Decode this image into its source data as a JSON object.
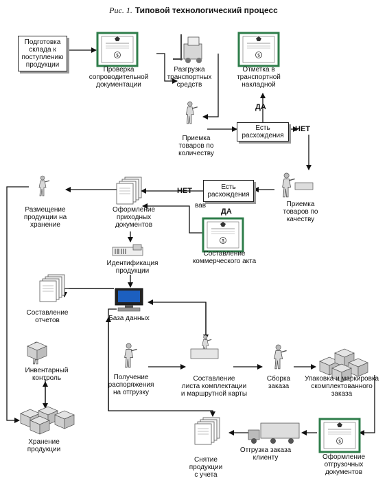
{
  "title": {
    "prefix": "Рис. 1.",
    "text": "Типовой технологический процесс"
  },
  "nodes": {
    "prep_warehouse": "Подготовка\nсклада к\nпоступлению\nпродукции",
    "check_docs": "Проверка\nсопроводительной\nдокументации",
    "unload": "Разгрузка\nтранспортных\nсредств",
    "waybill_mark": "Отметка в\nтранспортной\nнакладной",
    "accept_qty": "Приемка\nтоваров по\nколичеству",
    "discrepancy1": "Есть\nрасхождения",
    "accept_quality": "Приемка\nтоваров по\nкачеству",
    "discrepancy2": "Есть\nрасхождения",
    "commercial_act": "Составление\nкоммерческого акта",
    "incoming_docs": "Оформление\nприходных\nдокументов",
    "placement": "Размещение\nпродукции на\nхранение",
    "identification": "Идентификация\nпродукции",
    "database": "База данных",
    "reports": "Составление\nотчетов",
    "inventory": "Инвентарный\nконтроль",
    "storage": "Хранение\nпродукции",
    "shipping_order": "Получение\nраспоряжения\nна отгрузку",
    "picking_list": "Составление\nлиста комплектации\nи маршрутной карты",
    "assembly": "Сборка\nзаказа",
    "packing": "Упаковка и маркировка\nскомплектованного\nзаказа",
    "shipping_docs": "Оформление\nотгрузочных\nдокументов",
    "ship_client": "Отгрузка заказа\nклиенту",
    "write_off": "Снятие\nпродукции\nс учета"
  },
  "decisions": {
    "yes1": "ДА",
    "no1": "НЕТ",
    "no2": "НЕТ",
    "yes2": "ДА",
    "fragment": "вав"
  },
  "icons": {
    "cert": "certificate-icon",
    "forklift": "forklift-icon",
    "person": "worker-icon",
    "docs": "documents-stack-icon",
    "computer": "computer-icon",
    "truck": "truck-icon",
    "boxes": "boxes-icon",
    "scanner": "barcode-scanner-icon"
  }
}
